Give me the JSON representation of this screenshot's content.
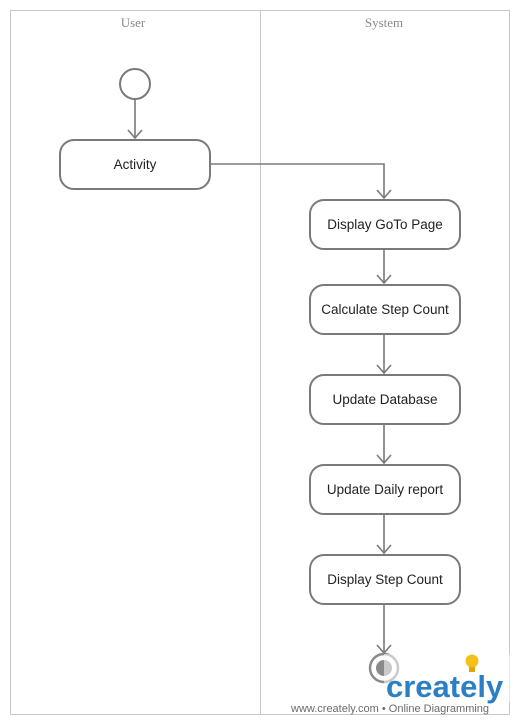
{
  "lanes": {
    "user": {
      "title": "User"
    },
    "system": {
      "title": "System"
    }
  },
  "nodes": {
    "activity": "Activity",
    "display_goto_page": "Display GoTo Page",
    "calculate_step_count": "Calculate Step Count",
    "update_database": "Update Database",
    "update_daily_report": "Update Daily report",
    "display_step_count": "Display Step Count"
  },
  "watermark": {
    "brand": "creately",
    "footer": "www.creately.com • Online Diagramming",
    "colors": {
      "brand": "#2b80c5",
      "bulb": "#f2c21b"
    }
  },
  "colors": {
    "node_stroke": "#7a7a7a",
    "lane_border": "#c8c8c8"
  }
}
